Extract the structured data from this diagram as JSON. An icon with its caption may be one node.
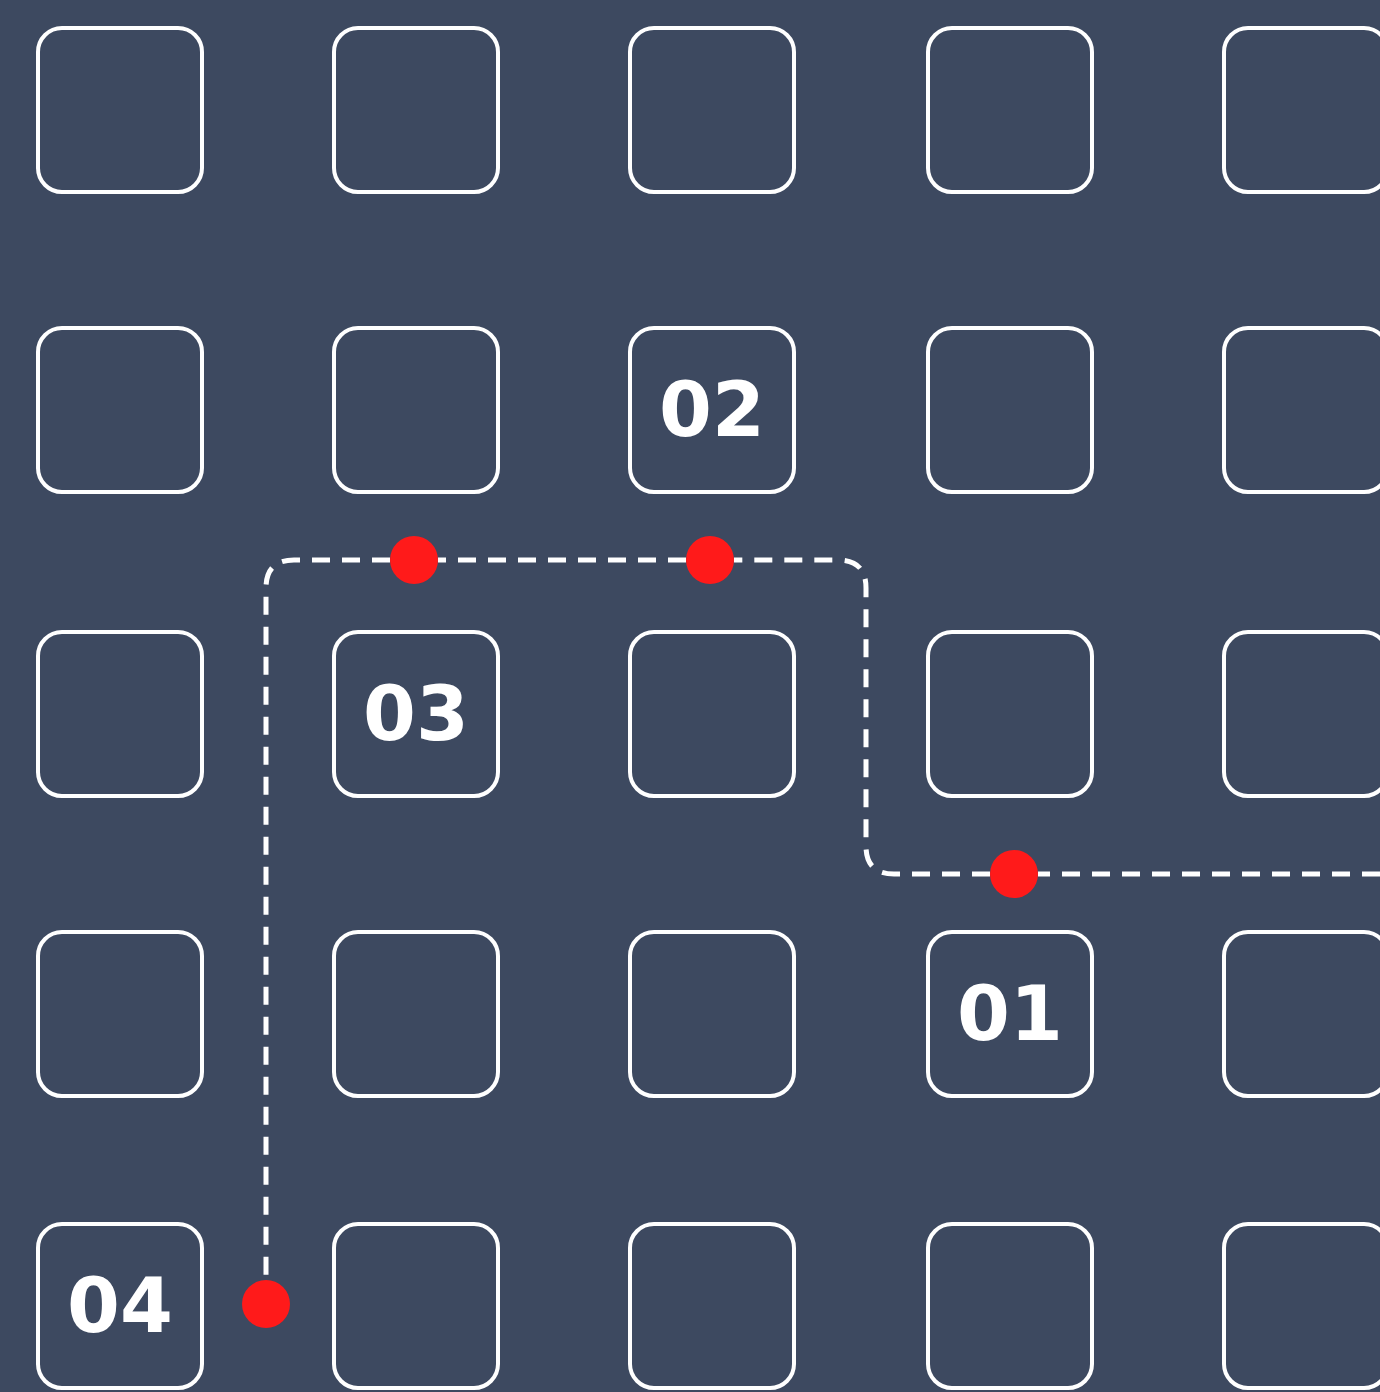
{
  "diagram": {
    "nodes": [
      {
        "text": [],
        "shape": "box"
      },
      {
        "text": [],
        "shape": "box"
      },
      {
        "text": [],
        "shape": "box"
      },
      {
        "text": [],
        "shape": "box"
      },
      {
        "text": [],
        "shape": "box"
      },
      {
        "text": [],
        "shape": "box"
      },
      {
        "text": [],
        "shape": "box"
      },
      {
        "text": [
          "02"
        ]
      },
      {
        "text": [],
        "shape": "box"
      },
      {
        "text": [],
        "shape": "box"
      },
      {
        "text": [],
        "shape": "box"
      },
      {
        "text": [
          "03"
        ]
      },
      {
        "text": [],
        "shape": "box"
      },
      {
        "text": [],
        "shape": "box"
      },
      {
        "text": [],
        "shape": "box"
      },
      {
        "text": [],
        "shape": "box"
      },
      {
        "text": [],
        "shape": "box"
      },
      {
        "text": [],
        "shape": "box"
      },
      {
        "text": [
          "01"
        ]
      },
      {
        "text": [],
        "shape": "box"
      },
      {
        "text": [
          "04"
        ]
      },
      {
        "text": [],
        "shape": "box"
      },
      {
        "text": [],
        "shape": "box"
      },
      {
        "text": [],
        "shape": "box"
      },
      {
        "text": [],
        "shape": "box"
      },
      {
        "text": [],
        "shape": "circle"
      },
      {
        "text": [],
        "shape": "circle"
      },
      {
        "text": [],
        "shape": "circle"
      },
      {
        "text": [],
        "shape": "circle"
      }
    ],
    "edges": [
      {
        "from": null,
        "to": 27,
        "arrow": "none",
        "style": "dashed"
      },
      {
        "from": 27,
        "to": 26,
        "arrow": "none",
        "style": "dashed"
      },
      {
        "from": 26,
        "to": 25,
        "arrow": "none",
        "style": "dashed"
      },
      {
        "from": 25,
        "to": 28,
        "arrow": "none",
        "style": "dashed"
      }
    ]
  }
}
